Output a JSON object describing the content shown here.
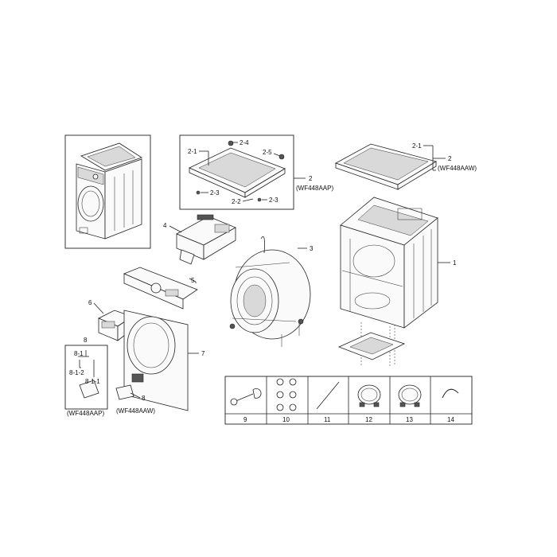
{
  "labels": {
    "l1": "1",
    "l2_left": "2",
    "l2_left_model": "(WF448AAP)",
    "l2_right": "2",
    "l2_right_model": "(WF448AAW)",
    "l2_1_left": "2-1",
    "l2_1_right": "2-1",
    "l2_2": "2-2",
    "l2_3a": "2-3",
    "l2_3b": "2-3",
    "l2_4": "2-4",
    "l2_5": "2-5",
    "l3": "3",
    "l4": "4",
    "l5": "5",
    "l6": "6",
    "l7": "7",
    "l8_box": "8",
    "l8_1": "8-1",
    "l8_1_2": "8-1-2",
    "l8_1_1": "8-1-1",
    "l8_box_model": "(WF448AAP)",
    "l8_door": "8",
    "l8_door_model": "(WF448AAW)"
  },
  "accessories": [
    {
      "num": "9",
      "icon": "wrench-icon"
    },
    {
      "num": "10",
      "icon": "caps-icon"
    },
    {
      "num": "11",
      "icon": "rod-icon"
    },
    {
      "num": "12",
      "icon": "hose-icon"
    },
    {
      "num": "13",
      "icon": "hose-icon"
    },
    {
      "num": "14",
      "icon": "elbow-icon"
    }
  ]
}
